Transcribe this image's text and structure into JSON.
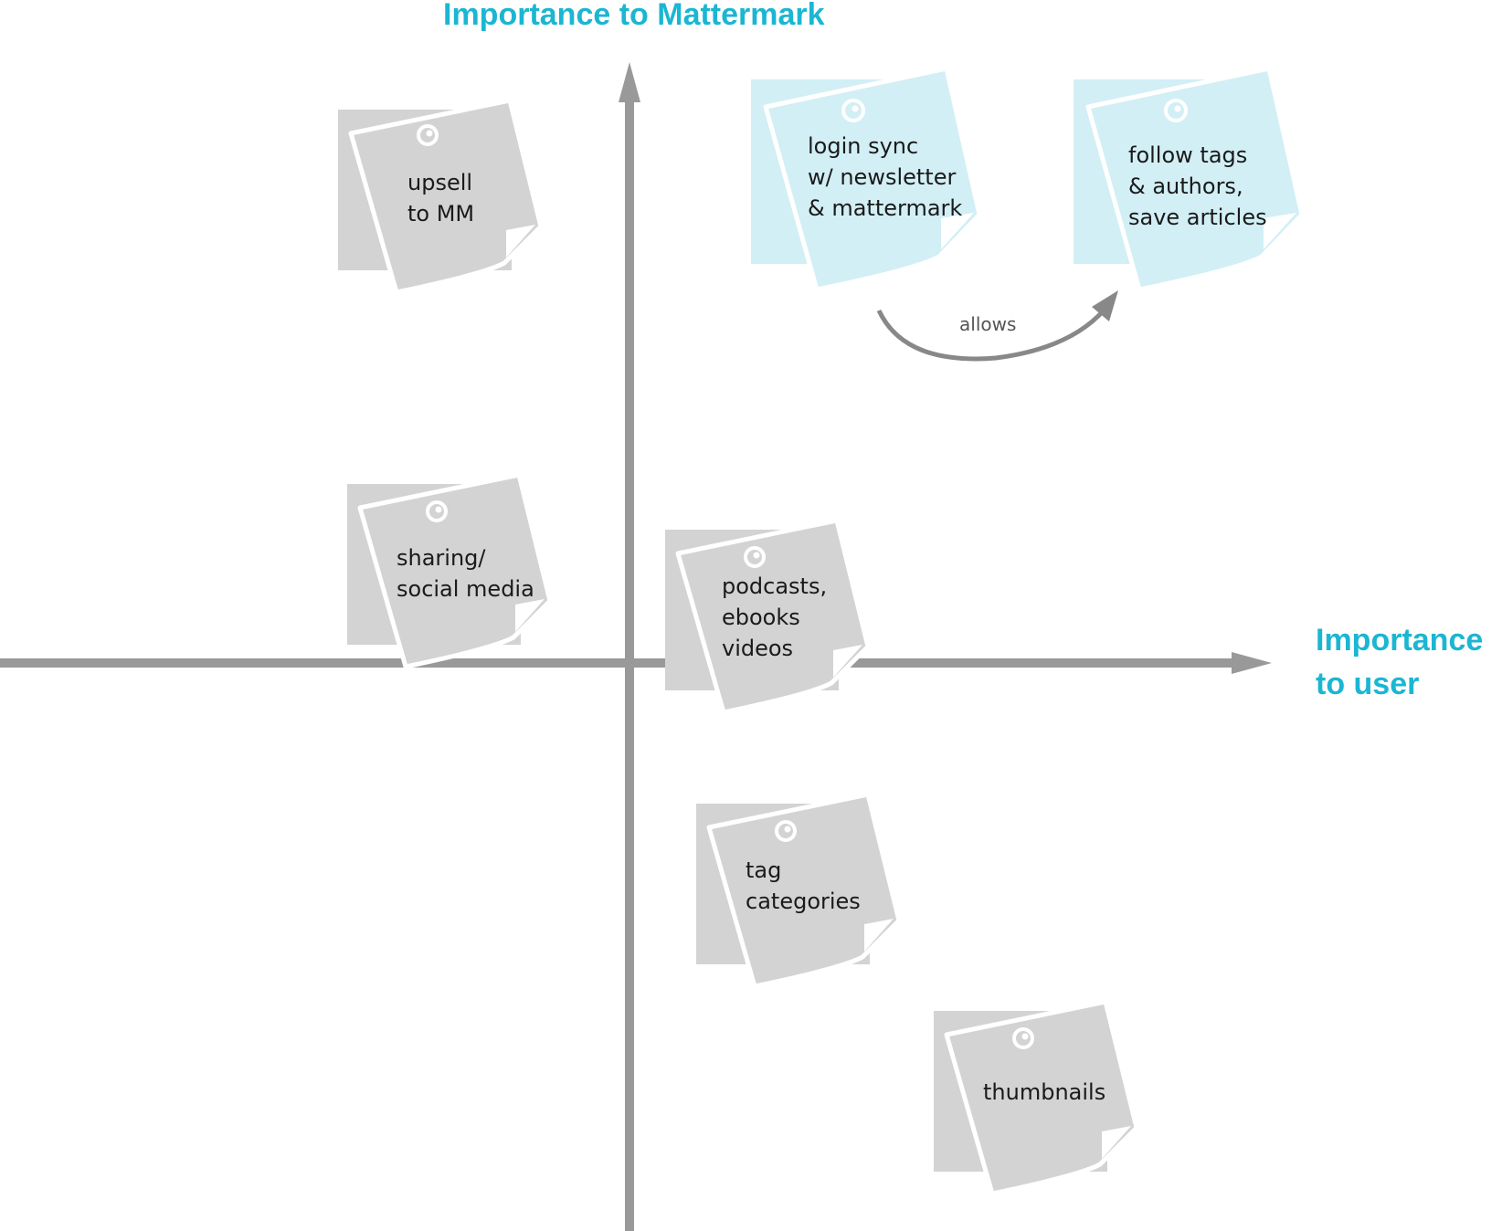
{
  "axes": {
    "y_label": "Importance to Mattermark",
    "x_label": [
      "Importance",
      "to user"
    ],
    "color": "#1bb6d2",
    "axis_color": "#999999"
  },
  "notes": [
    {
      "id": "upsell",
      "lines": [
        "upsell",
        "to MM"
      ],
      "color": "gray"
    },
    {
      "id": "login-sync",
      "lines": [
        "login sync",
        "w/ newsletter",
        "& mattermark"
      ],
      "color": "blue"
    },
    {
      "id": "follow-tags",
      "lines": [
        "follow tags",
        "& authors,",
        "save articles"
      ],
      "color": "blue"
    },
    {
      "id": "sharing",
      "lines": [
        "sharing/",
        "social media"
      ],
      "color": "gray"
    },
    {
      "id": "podcasts",
      "lines": [
        "podcasts,",
        "ebooks",
        "videos"
      ],
      "color": "gray"
    },
    {
      "id": "tag-categories",
      "lines": [
        "tag",
        "categories"
      ],
      "color": "gray"
    },
    {
      "id": "thumbnails",
      "lines": [
        "thumbnails"
      ],
      "color": "gray"
    }
  ],
  "relation": {
    "label": "allows",
    "from": "login-sync",
    "to": "follow-tags"
  },
  "colors": {
    "gray_fill": "#d3d3d3",
    "blue_fill": "#d2eff5",
    "title": "#1bb6d2",
    "axis": "#999999"
  }
}
